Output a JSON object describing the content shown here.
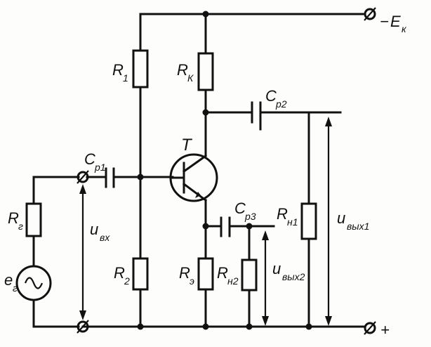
{
  "labels": {
    "supply_E": "E",
    "supply_sub": "к",
    "supply_sign": "−",
    "plus_sign": "+",
    "R1": "R",
    "R1_sub": "1",
    "RK": "R",
    "RK_sub": "К",
    "R2": "R",
    "R2_sub": "2",
    "RE": "R",
    "RE_sub": "э",
    "RG": "R",
    "RG_sub": "г",
    "RN1": "R",
    "RN1_sub": "н1",
    "RN2": "R",
    "RN2_sub": "н2",
    "T": "T",
    "Cp1": "C",
    "Cp1_sub": "р1",
    "Cp2": "C",
    "Cp2_sub": "р2",
    "Cp3": "C",
    "Cp3_sub": "р3",
    "eg": "e",
    "eg_sub": "г",
    "u_in": "u",
    "u_in_sub": "вх",
    "u_out1": "u",
    "u_out1_sub": "вых1",
    "u_out2": "u",
    "u_out2_sub": "вых2"
  }
}
